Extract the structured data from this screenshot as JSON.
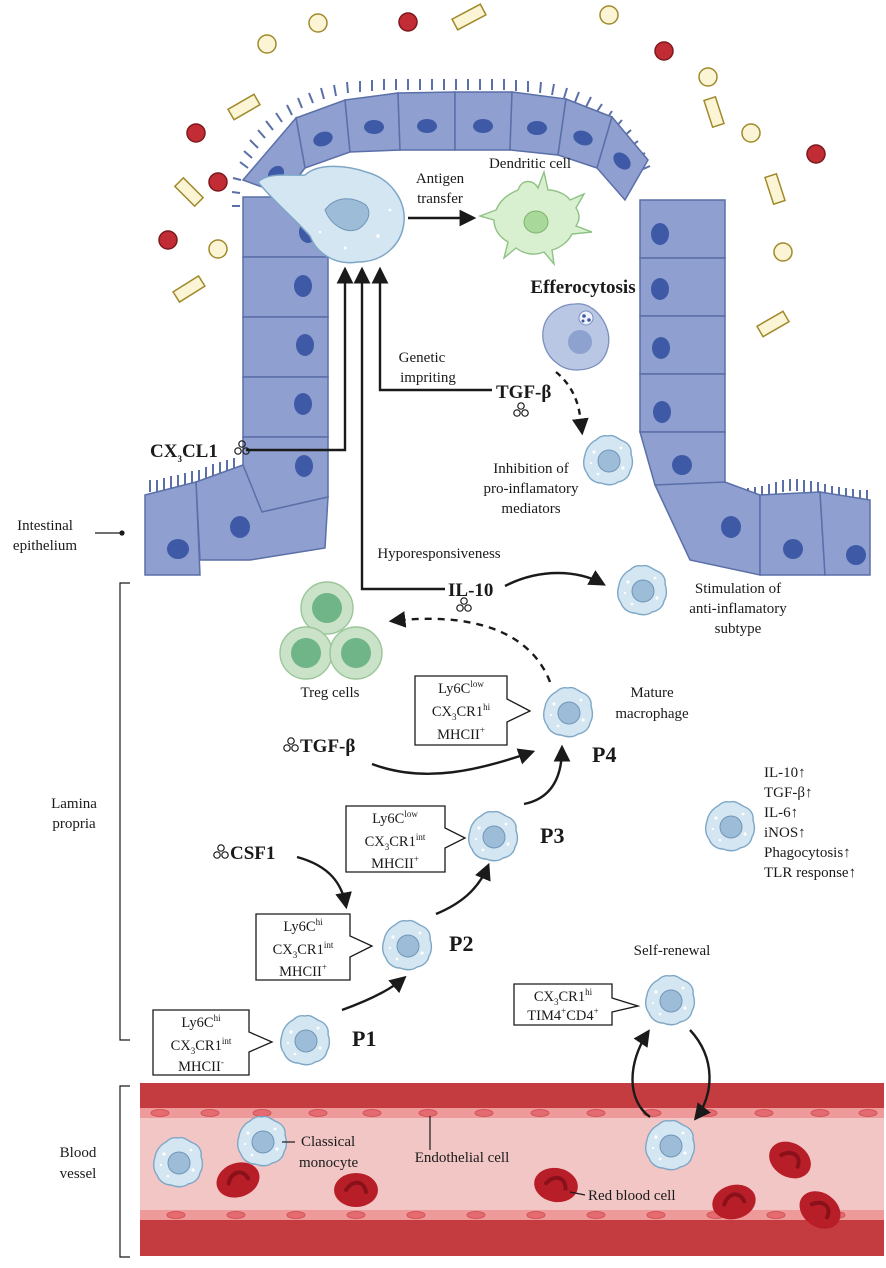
{
  "labels": {
    "antigen_transfer_1": "Antigen",
    "antigen_transfer_2": "transfer",
    "dendritic_cell": "Dendritic cell",
    "efferocytosis": "Efferocytosis",
    "genetic_imprinting_1": "Genetic",
    "genetic_imprinting_2": "impriting",
    "tgfb_epi": "TGF-β",
    "cx3cl1_main": "CX",
    "cx3cl1_sub": "3",
    "cx3cl1_tail": "CL1",
    "inhibition_1": "Inhibition of",
    "inhibition_2": "pro-inflamatory",
    "inhibition_3": "mediators",
    "intestinal_epithelium_1": "Intestinal",
    "intestinal_epithelium_2": "epithelium",
    "hyporesponsiveness": "Hyporesponsiveness",
    "il10": "IL-10",
    "stimulation_1": "Stimulation of",
    "stimulation_2": "anti-inflamatory",
    "stimulation_3": "subtype",
    "treg_cells": "Treg cells",
    "mature_1": "Mature",
    "mature_2": "macrophage",
    "tgfb_lp": "TGF-β",
    "csf1": "CSF1",
    "lamina_propria_1": "Lamina",
    "lamina_propria_2": "propria",
    "self_renewal": "Self-renewal",
    "blood_vessel_1": "Blood",
    "blood_vessel_2": "vessel",
    "classical_monocyte_1": "Classical",
    "classical_monocyte_2": "monocyte",
    "endothelial_cell": "Endothelial cell",
    "red_blood_cell": "Red blood cell"
  },
  "stages": {
    "p1": "P1",
    "p2": "P2",
    "p3": "P3",
    "p4": "P4"
  },
  "markers": {
    "ly6c": "Ly6C",
    "cx3cr1_a": "CX",
    "cx3cr1_b": "3",
    "cx3cr1_c": "CR1",
    "mhcii": "MHCII",
    "hi": "hi",
    "low": "low",
    "int": "int",
    "plus": "+",
    "minus": "-",
    "tim4": "TIM4",
    "cd4": "CD4"
  },
  "effects": [
    "IL-10↑",
    "TGF-β↑",
    "IL-6↑",
    "iNOS↑",
    "Phagocytosis↑",
    "TLR response↑"
  ],
  "colors": {
    "epithelium": "#8e9fd0",
    "nucleus": "#3e5aa6",
    "macrophage": "#d4e6f1",
    "macrophage_nucleus": "#9cbcd8",
    "dendritic": "#d9f0d0",
    "treg": "#c9e2c8",
    "treg_nucleus": "#6fb587",
    "vessel_wall": "#c43c3f",
    "vessel_lumen": "#f3c6c6",
    "rbc": "#b81e28",
    "bacteria_red": "#c22c35",
    "bacteria_yellow": "#fbf5d6"
  }
}
